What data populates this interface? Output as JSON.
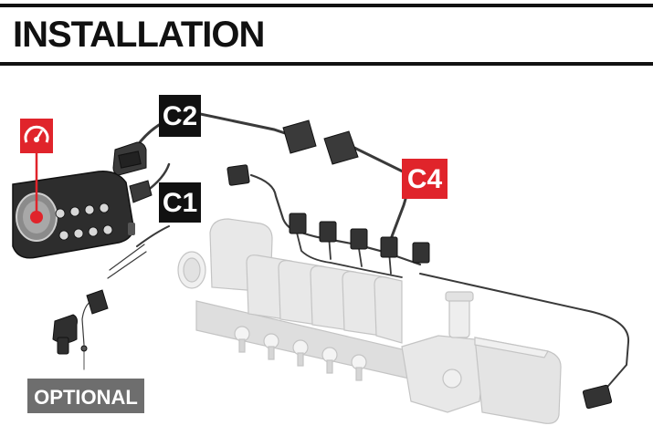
{
  "header": {
    "title": "INSTALLATION"
  },
  "callouts": {
    "c2": "C2",
    "c1": "C1",
    "c4": "C4",
    "optional": "OPTIONAL"
  },
  "colors": {
    "accent_red": "#e0242b",
    "label_black": "#111111",
    "label_gray": "#6e6e6e",
    "component_gray": "#e6e6e6",
    "cable_dark": "#3a3a3a"
  },
  "icons": {
    "monitor_badge": "gauge-icon"
  }
}
